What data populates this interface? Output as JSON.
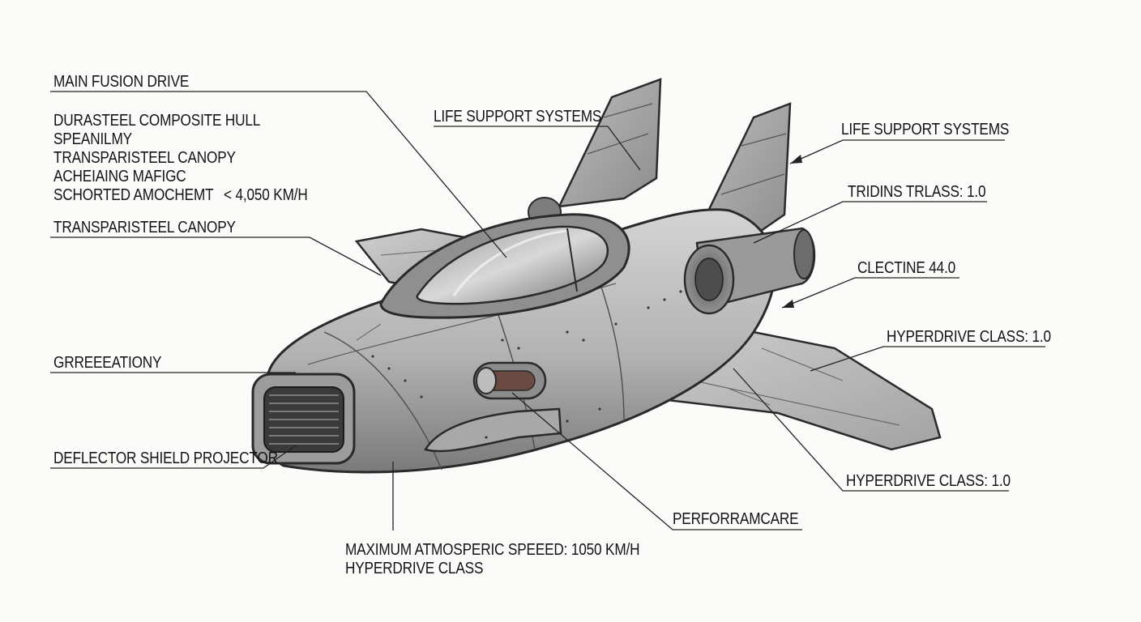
{
  "labels_left": {
    "main_fusion_drive": "MAIN FUSION DRIVE",
    "stack": [
      "DURASTEEL COMPOSITE HULL",
      "SPEANILMY",
      "TRANSPARISTEEL CANOPY",
      "ACHEIAING MAFIGC",
      "SCHORTED AMOCHEMT"
    ],
    "speed_note": "< 4,050 KM/H",
    "canopy": "TRANSPARISTEEL CANOPY",
    "greeeation": "GRREEEATIONY",
    "deflector": "DEFLECTOR SHIELD PROJECTOR"
  },
  "labels_bottom": {
    "line1": "MAXIMUM ATMOSPERIC SPEEED: 1050 KM/H",
    "line2": "HYPERDRIVE CLASS",
    "performance": "PERFORRAMCARE"
  },
  "labels_right": {
    "life_support_center": "LIFE SUPPORT SYSTEMS",
    "life_support_right": "LIFE SUPPORT SYSTEMS",
    "tridins": "TRIDINS TRLASS: 1.0",
    "clectine": "CLECTINE 44.0",
    "hyperdrive_upper": "HYPERDRIVE CLASS: 1.0",
    "hyperdrive_lower": "HYPERDRIVE CLASS: 1.0"
  },
  "colors": {
    "ink": "#141414",
    "hull_light": "#c9c9c9",
    "hull_mid": "#a6a6a6",
    "hull_dark": "#5e5e5e",
    "accent_red": "#8a3a2a"
  }
}
